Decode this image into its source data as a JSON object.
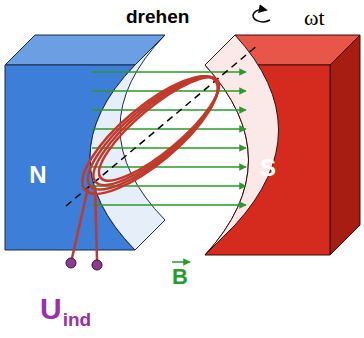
{
  "diagram": {
    "nodes": [
      {
        "text": [
          "N"
        ]
      },
      {
        "text": [
          "S"
        ]
      }
    ],
    "labels": [
      "drehen",
      "ωt",
      "B",
      "U",
      "ind"
    ]
  }
}
